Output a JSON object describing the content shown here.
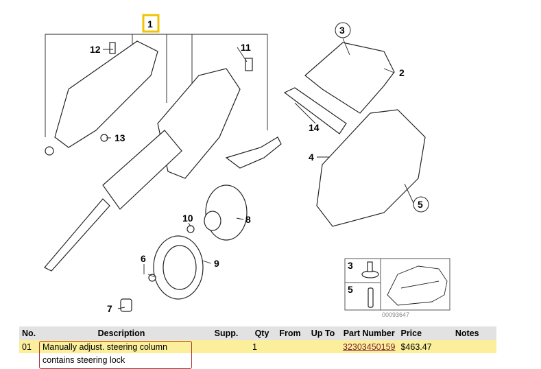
{
  "diagram": {
    "callouts": [
      "1",
      "2",
      "3",
      "4",
      "5",
      "6",
      "7",
      "8",
      "9",
      "10",
      "11",
      "12",
      "13",
      "14"
    ],
    "inset": {
      "labels": [
        "3",
        "5"
      ],
      "image_code": "00093647"
    }
  },
  "table": {
    "headers": [
      "No.",
      "Description",
      "Supp.",
      "Qty",
      "From",
      "Up To",
      "Part Number",
      "Price",
      "Notes"
    ],
    "rows": [
      {
        "no": "01",
        "description": "Manually adjust. steering column",
        "supp": "",
        "qty": "1",
        "from": "",
        "up_to": "",
        "part_number": "32303450159",
        "price": "$463.47",
        "notes": ""
      },
      {
        "no": "",
        "description": "contains steering lock",
        "supp": "",
        "qty": "",
        "from": "",
        "up_to": "",
        "part_number": "",
        "price": "",
        "notes": ""
      }
    ]
  },
  "colors": {
    "highlight_row": "#fbef9c",
    "header": "#e2e2e2",
    "callout_highlight": "#f0c400",
    "link": "#7a1f2b"
  }
}
